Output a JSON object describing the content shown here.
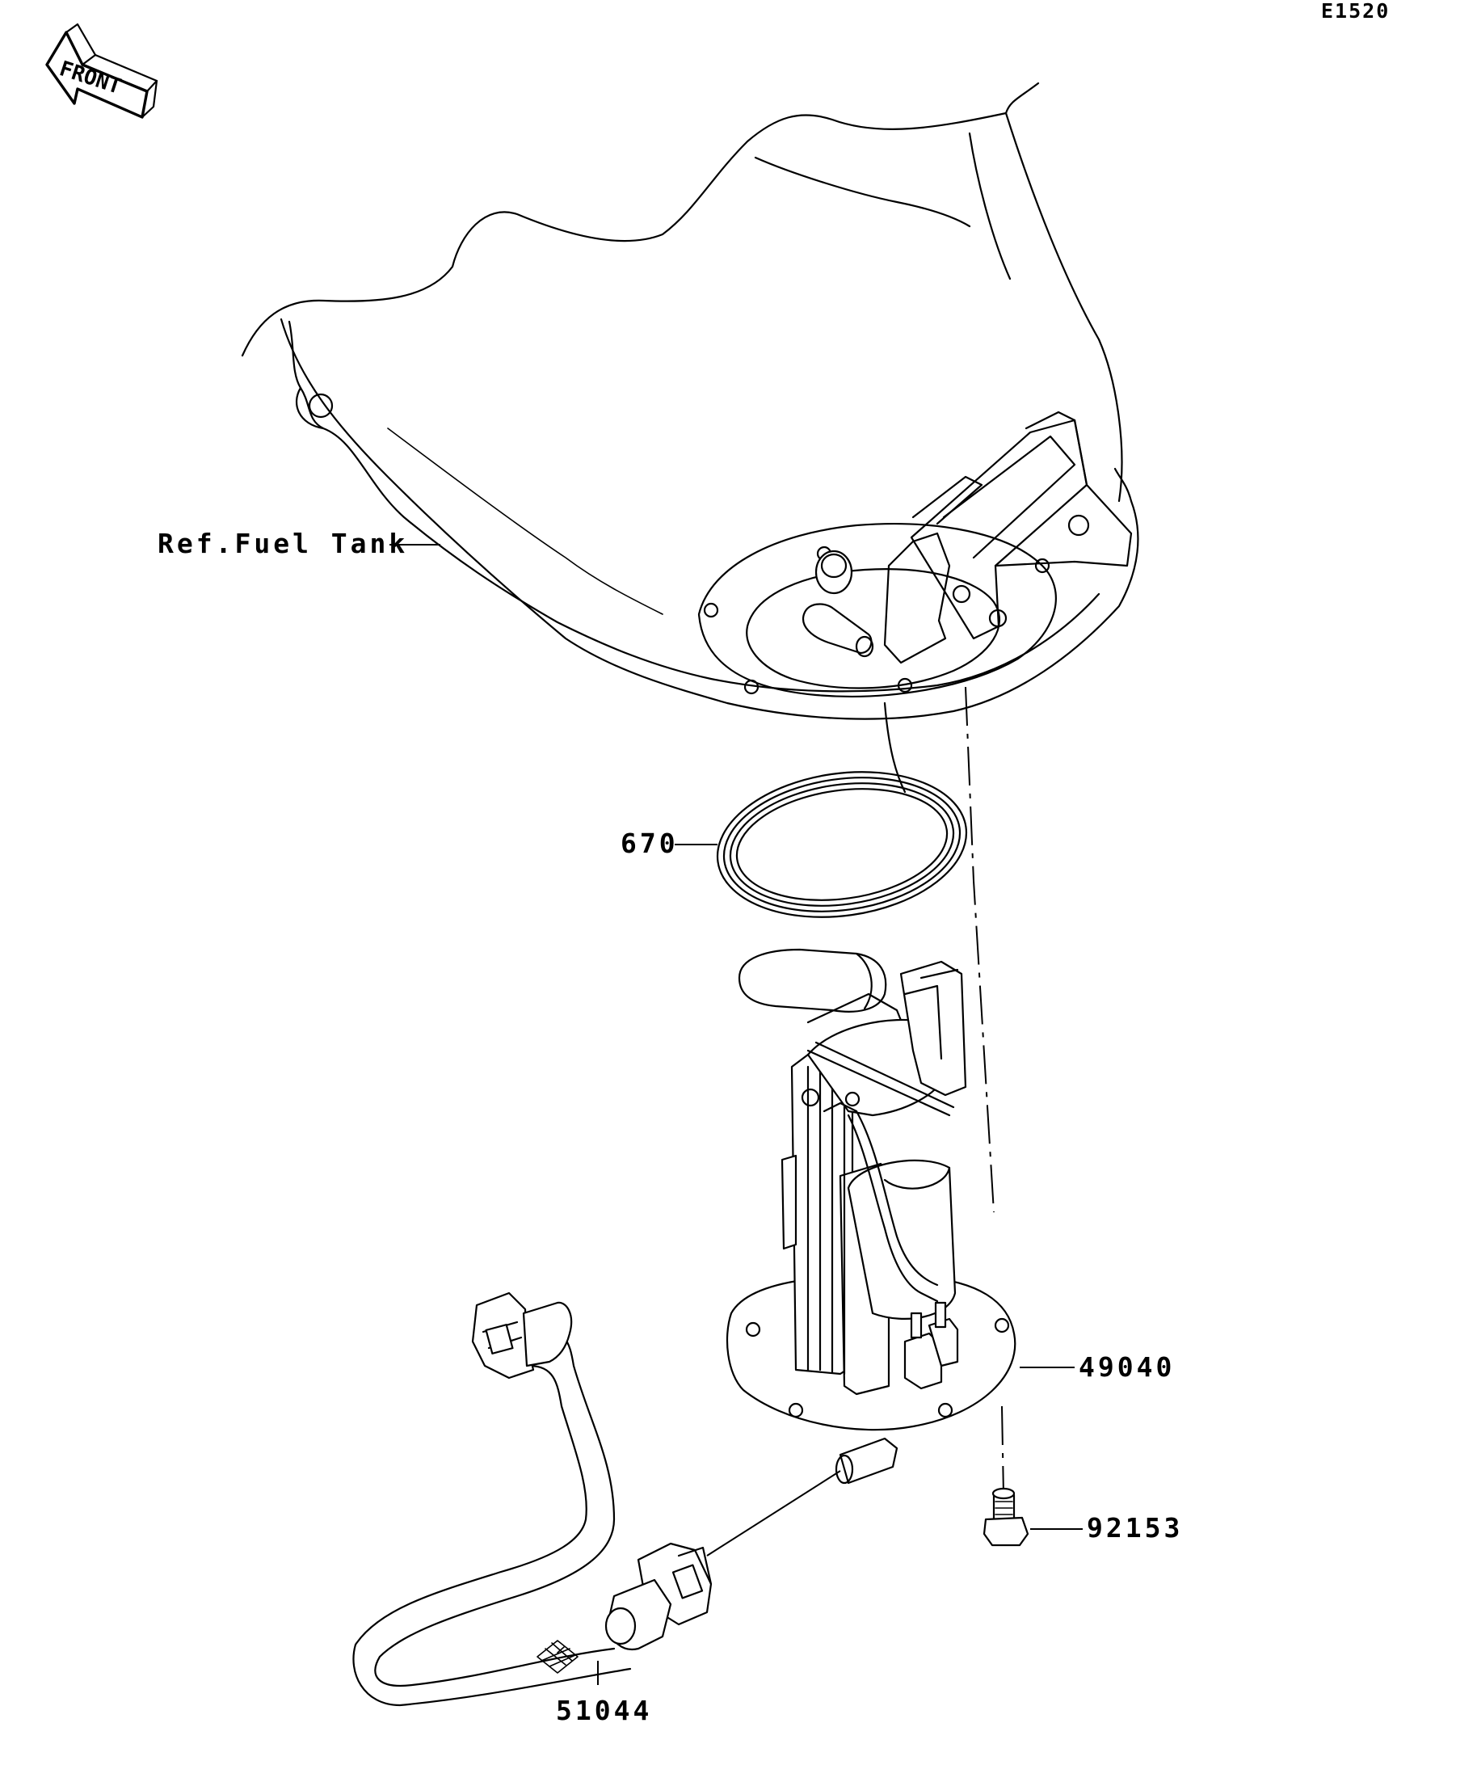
{
  "diagram_code": "E1520",
  "orientation_label": "FRONT",
  "labels": {
    "fuel_tank": "Ref.Fuel Tank",
    "gasket": "670",
    "fuel_pump": "49040",
    "bolt": "92153",
    "fuel_hose": "51044"
  }
}
